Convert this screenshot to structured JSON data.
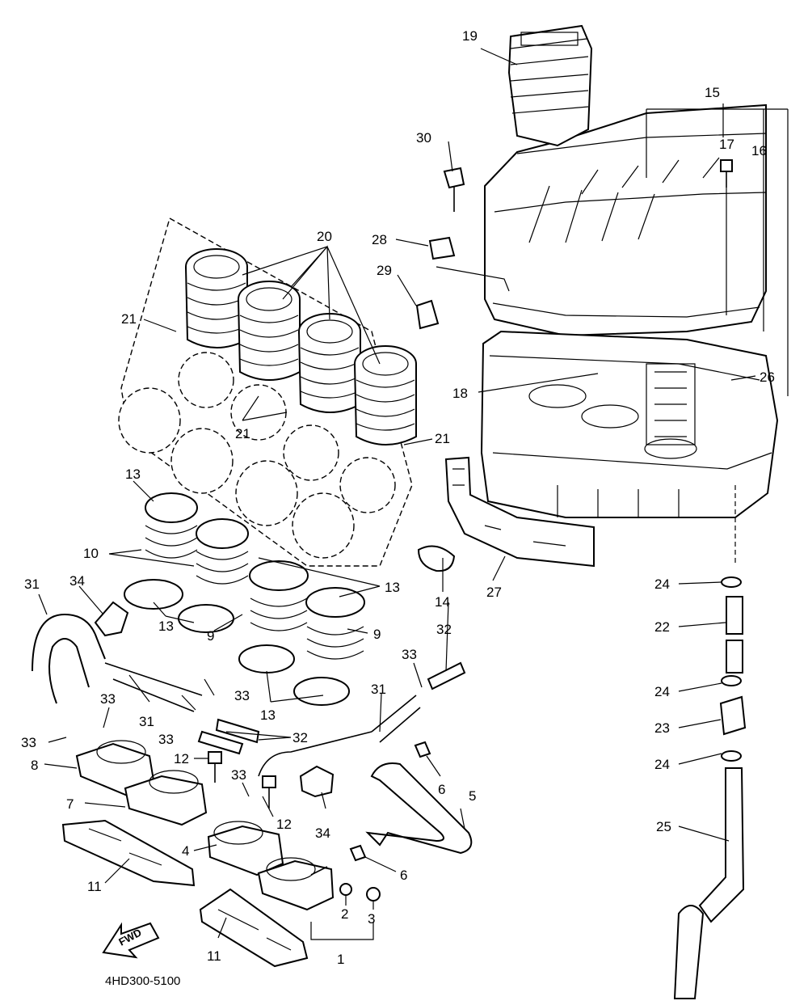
{
  "diagram": {
    "code": "4HD300-5100",
    "fwd_label": "FWD",
    "callouts": {
      "c1": "1",
      "c2": "2",
      "c3": "3",
      "c4": "4",
      "c5": "5",
      "c6a": "6",
      "c6b": "6",
      "c7": "7",
      "c8": "8",
      "c9a": "9",
      "c9b": "9",
      "c10": "10",
      "c11a": "11",
      "c11b": "11",
      "c12a": "12",
      "c12b": "12",
      "c13a": "13",
      "c13b": "13",
      "c13c": "13",
      "c13d": "13",
      "c14": "14",
      "c15": "15",
      "c16": "16",
      "c17": "17",
      "c18": "18",
      "c19": "19",
      "c20": "20",
      "c21a": "21",
      "c21b": "21",
      "c21c": "21",
      "c22": "22",
      "c23": "23",
      "c24a": "24",
      "c24b": "24",
      "c24c": "24",
      "c25": "25",
      "c26": "26",
      "c27": "27",
      "c28": "28",
      "c29": "29",
      "c30": "30",
      "c31a": "31",
      "c31b": "31",
      "c31c": "31",
      "c32a": "32",
      "c32b": "32",
      "c33a": "33",
      "c33b": "33",
      "c33c": "33",
      "c33d": "33",
      "c33e": "33",
      "c33f": "33",
      "c34a": "34",
      "c34b": "34"
    }
  }
}
